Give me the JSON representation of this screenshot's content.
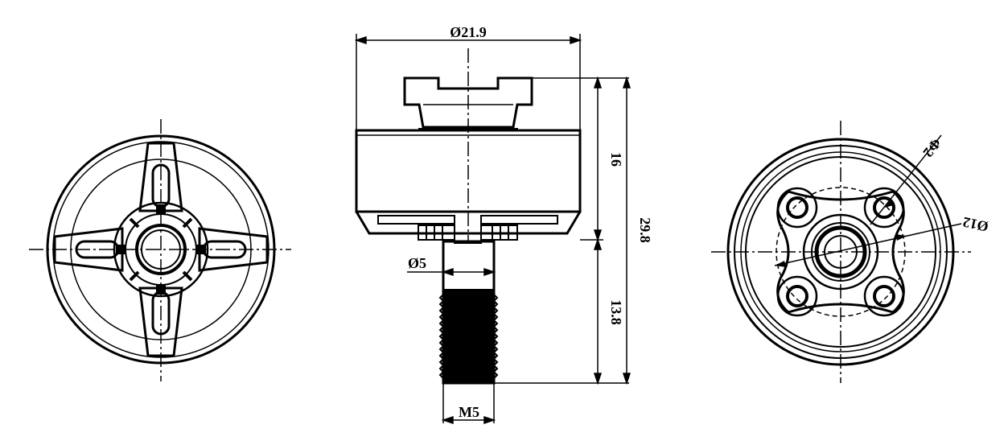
{
  "drawing": {
    "views": [
      "bottom-view",
      "side-view",
      "top-view"
    ]
  },
  "dimensions": {
    "diameter_body": "Ø21.9",
    "height_body": "16",
    "height_total": "29.8",
    "shaft_length": "13.8",
    "shaft_diameter": "Ø5",
    "thread": "M5",
    "mount_diameter": "Ø12",
    "hole_diameter": "Φ2"
  },
  "colors": {
    "line": "#000000",
    "background": "#ffffff"
  }
}
